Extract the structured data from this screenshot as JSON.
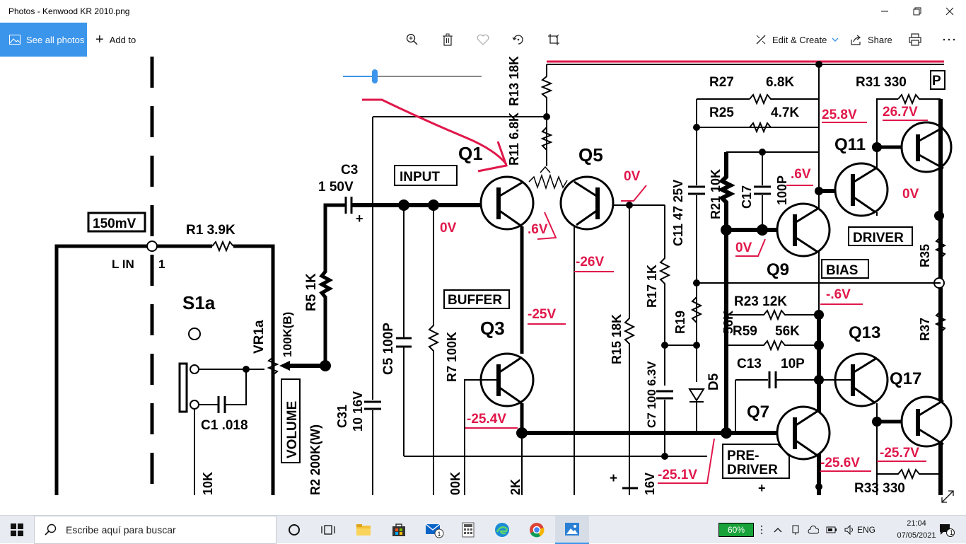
{
  "window": {
    "title": "Photos - Kenwood KR 2010.png",
    "controls": [
      "minimize",
      "maximize",
      "close"
    ]
  },
  "toolbar": {
    "see_all": "See all photos",
    "add_to": "Add to",
    "edit_create": "Edit & Create",
    "share": "Share",
    "icons": [
      "zoom-in-icon",
      "delete-icon",
      "favorite-icon",
      "rotate-icon",
      "crop-icon",
      "print-icon",
      "more-icon"
    ]
  },
  "zoom": {
    "level": 0.23
  },
  "schematic": {
    "labels": {
      "signal_level": "150mV",
      "r1": "R1 3.9K",
      "lin": "L IN",
      "lin_num": "1",
      "s1a": "S1a",
      "vr1a": "VR1a",
      "vr1a_val": "100K(B)",
      "volume": "VOLUME",
      "r2": "R2 200K(W)",
      "c1": "C1 .018",
      "r_10k": "10K",
      "r5": "R5 1K",
      "c3": "C3",
      "c3_val": "1 50V",
      "c31": "C31",
      "c31_val": "10 16V",
      "c5": "C5 100P",
      "r7": "R7 100K",
      "input": "INPUT",
      "buffer": "BUFFER",
      "q1": "Q1",
      "q3": "Q3",
      "q5": "Q5",
      "q7": "Q7",
      "q9": "Q9",
      "q11": "Q11",
      "q13": "Q13",
      "q17": "Q17",
      "r13": "R13 18K",
      "r11": "R11 6.8K",
      "r15": "R15 18K",
      "r17": "R17 1K",
      "c7": "C7 100 6.3V",
      "c11": "C11 47 25V",
      "r19": "R19",
      "d5": "D5",
      "r21": "R21 10K",
      "c17": "C17",
      "c17_val": "100P",
      "r27": "R27",
      "r27_val": "6.8K",
      "r25": "R25",
      "r25_val": "4.7K",
      "r31": "R31 330",
      "r23": "R23 12K",
      "r59": "R59",
      "r59_val": "56K",
      "r_56k": "56K",
      "c13": "C13",
      "c13_val": "10P",
      "r33": "R33 330",
      "r35": "R35",
      "r37": "R37",
      "driver": "DRIVER",
      "bias": "BIAS",
      "predriver": "PRE-\nDRIVER",
      "predriver_1": "PRE-",
      "predriver_2": "DRIVER",
      "p_cut": "P"
    },
    "voltages": {
      "q1_base": "0V",
      "q1_emitter": ".6V",
      "q5_out": "0V",
      "q5_neg": "-26V",
      "q3_c": "-25V",
      "q3_e": "-25.4V",
      "rail_bottom": "-25.1V",
      "q9_base": "0V",
      "q9_top": ".6V",
      "q11_e": "0V",
      "top_left": "25.8V",
      "top_right": "26.7V",
      "bias_neg": "-.6V",
      "q7_e": "-25.6V",
      "q17_e": "-25.7V",
      "r33_side": "16V"
    }
  },
  "taskbar": {
    "search_placeholder": "Escribe aquí para buscar",
    "battery": "60%",
    "lang": "ENG",
    "time": "21:04",
    "date": "07/05/2021",
    "notifications": "1"
  }
}
